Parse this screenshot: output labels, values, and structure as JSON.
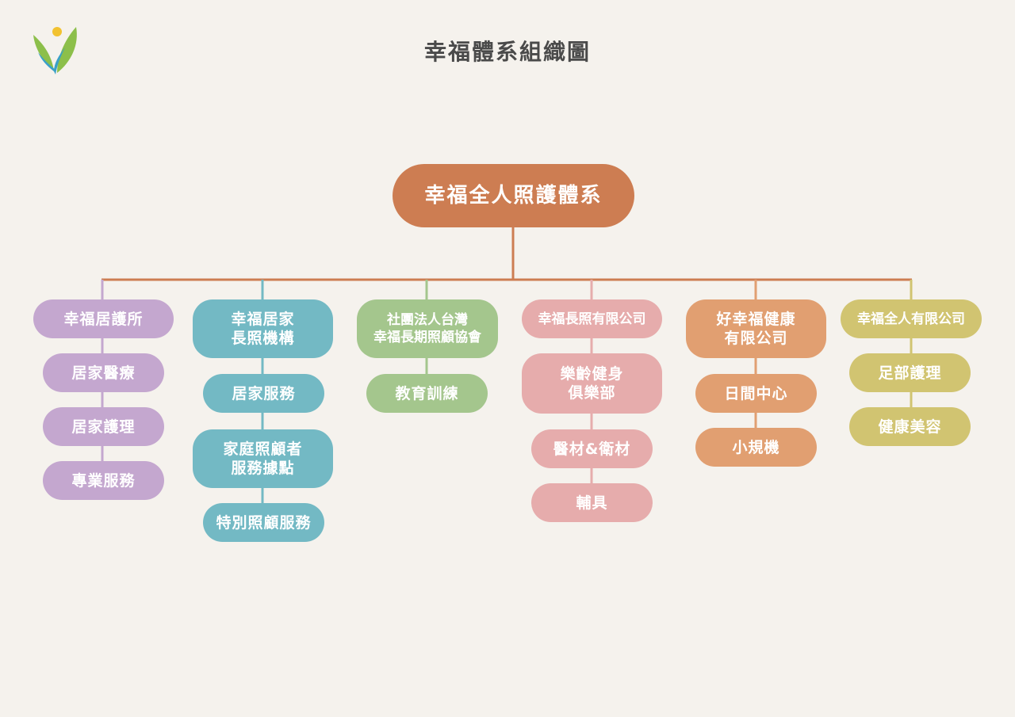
{
  "title": "幸福體系組織圖",
  "colors": {
    "root": "#cd7d52",
    "purple": "#c4a7cf",
    "teal": "#73b9c4",
    "green": "#a4c68d",
    "pink": "#e6acac",
    "orange": "#e19f71",
    "olive": "#d1c471"
  },
  "root": {
    "label": "幸福全人照護體系"
  },
  "branches": [
    {
      "label": "幸福居護所",
      "children": [
        "居家醫療",
        "居家護理",
        "專業服務"
      ]
    },
    {
      "label": "幸福居家\n長照機構",
      "children": [
        "居家服務",
        "家庭照顧者\n服務據點",
        "特別照顧服務"
      ]
    },
    {
      "label": "社團法人台灣\n幸福長期照顧協會",
      "children": [
        "教育訓練"
      ]
    },
    {
      "label": "幸福長照有限公司",
      "children": [
        "樂齡健身\n俱樂部",
        "醫材&衛材",
        "輔具"
      ]
    },
    {
      "label": "好幸福健康\n有限公司",
      "children": [
        "日間中心",
        "小規機"
      ]
    },
    {
      "label": "幸福全人有限公司",
      "children": [
        "足部護理",
        "健康美容"
      ]
    }
  ]
}
